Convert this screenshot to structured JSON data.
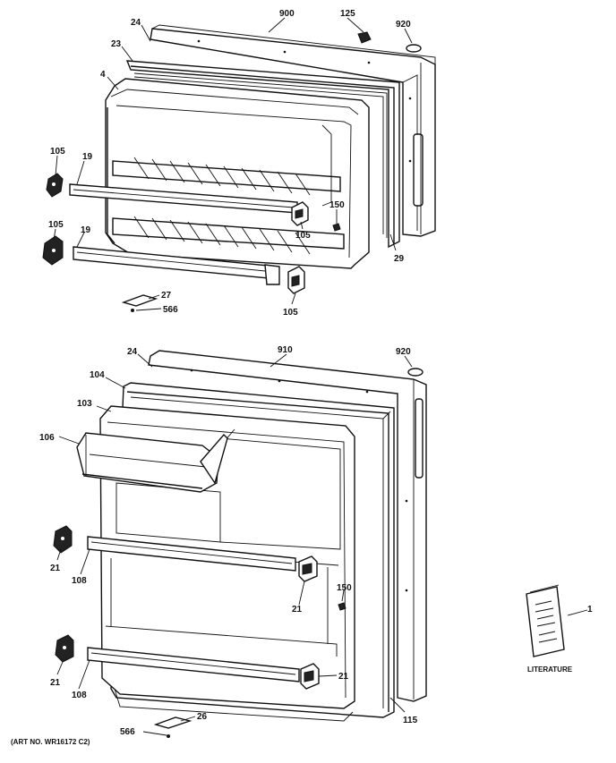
{
  "labels": {
    "top": {
      "p900": "900",
      "p125": "125",
      "p920": "920",
      "p24": "24",
      "p23": "23",
      "p4": "4",
      "p105a": "105",
      "p19a": "19",
      "p105b": "105",
      "p19b": "19",
      "p150": "150",
      "p105c": "105",
      "p29": "29",
      "p27": "27",
      "p566": "566",
      "p105d": "105"
    },
    "bottom": {
      "p910": "910",
      "p920": "920",
      "p24": "24",
      "p104": "104",
      "p103": "103",
      "p106": "106",
      "p21a": "21",
      "p108a": "108",
      "p21b": "21",
      "p150": "150",
      "p21c": "21",
      "p108b": "108",
      "p21d": "21",
      "p115": "115",
      "p26": "26",
      "p566": "566"
    },
    "literature": {
      "p1": "1",
      "caption": "LITERATURE"
    },
    "art_no": "(ART NO. WR16172 C2)"
  }
}
